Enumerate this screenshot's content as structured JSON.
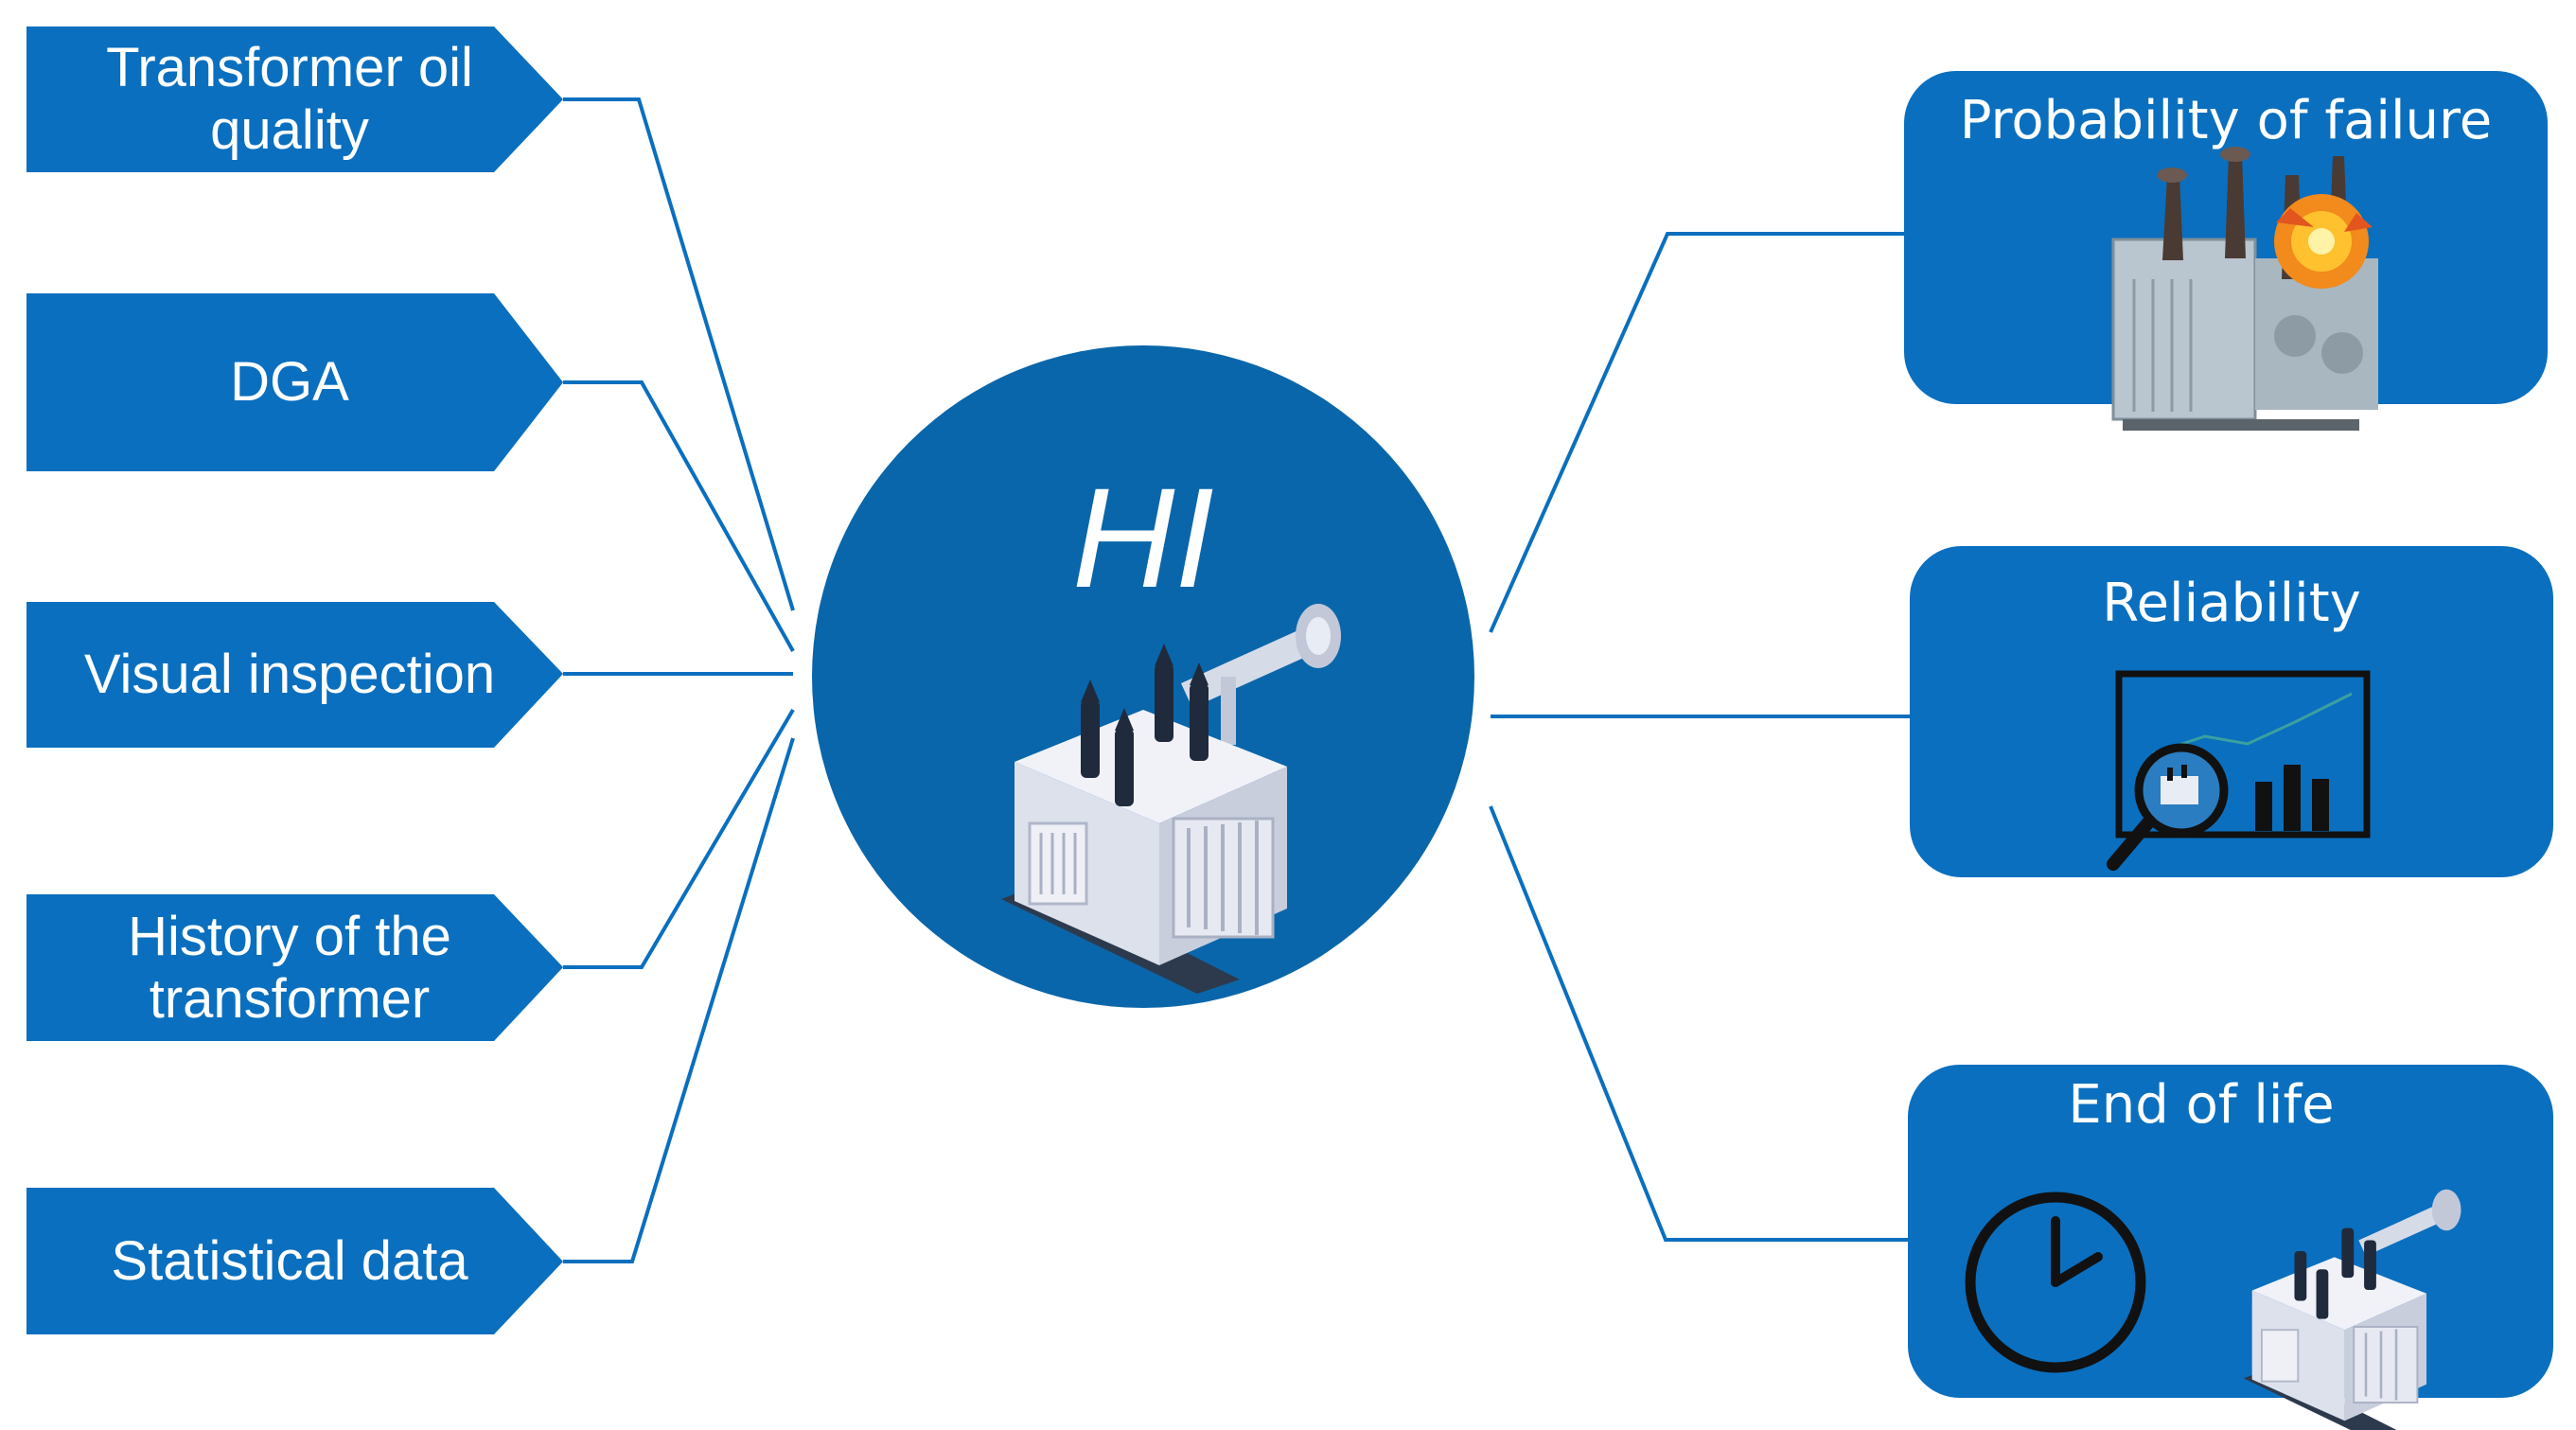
{
  "hub": {
    "label": "HI",
    "icon": "transformer-icon"
  },
  "inputs": [
    {
      "label": "Transformer oil\nquality"
    },
    {
      "label": "DGA"
    },
    {
      "label": "Visual inspection"
    },
    {
      "label": "History of the\ntransformer"
    },
    {
      "label": "Statistical data"
    }
  ],
  "outputs": [
    {
      "title": "Probability of failure",
      "icon": "exploding-transformer-icon"
    },
    {
      "title": "Reliability",
      "icon": "reliability-chart-magnifier-icon"
    },
    {
      "title": "End of life",
      "icons": [
        "clock-icon",
        "transformer-icon"
      ]
    }
  ],
  "colors": {
    "primary": "#0a6fbf",
    "hub": "#0a66aa",
    "connector": "#0a6fbf",
    "text": "#ffffff"
  }
}
